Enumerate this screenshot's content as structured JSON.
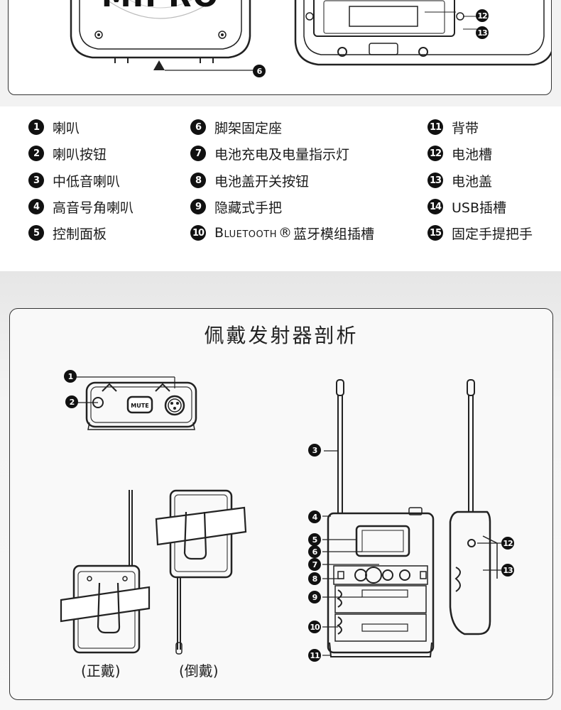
{
  "top_illustration": {
    "brand_text": "MIPRO",
    "callouts": [
      "6",
      "12",
      "13"
    ]
  },
  "legend": {
    "items": [
      {
        "num": "1",
        "label": "喇叭"
      },
      {
        "num": "2",
        "label": "喇叭按钮"
      },
      {
        "num": "3",
        "label": "中低音喇叭"
      },
      {
        "num": "4",
        "label": "高音号角喇叭"
      },
      {
        "num": "5",
        "label": "控制面板"
      },
      {
        "num": "6",
        "label": "脚架固定座"
      },
      {
        "num": "7",
        "label": "电池充电及电量指示灯"
      },
      {
        "num": "8",
        "label": "电池盖开关按钮"
      },
      {
        "num": "9",
        "label": "隐藏式手把"
      },
      {
        "num": "10",
        "label_prefix": "Bluetooth",
        "label_mark": "®",
        "label": "蓝牙模组插槽"
      },
      {
        "num": "11",
        "label": "背带"
      },
      {
        "num": "12",
        "label": "电池槽"
      },
      {
        "num": "13",
        "label": "电池盖"
      },
      {
        "num": "14",
        "label": "USB插槽"
      },
      {
        "num": "15",
        "label": "固定手提把手"
      }
    ]
  },
  "section": {
    "title": "佩戴发射器剖析",
    "mute_label": "MUTE",
    "captions": {
      "front": "(正戴)",
      "reverse": "(倒戴)"
    },
    "top_view_callouts": [
      "1",
      "2"
    ],
    "front_view_callouts": [
      "3",
      "4",
      "5",
      "6",
      "7",
      "8",
      "9",
      "10",
      "11"
    ],
    "side_view_callouts": [
      "12",
      "13"
    ]
  }
}
